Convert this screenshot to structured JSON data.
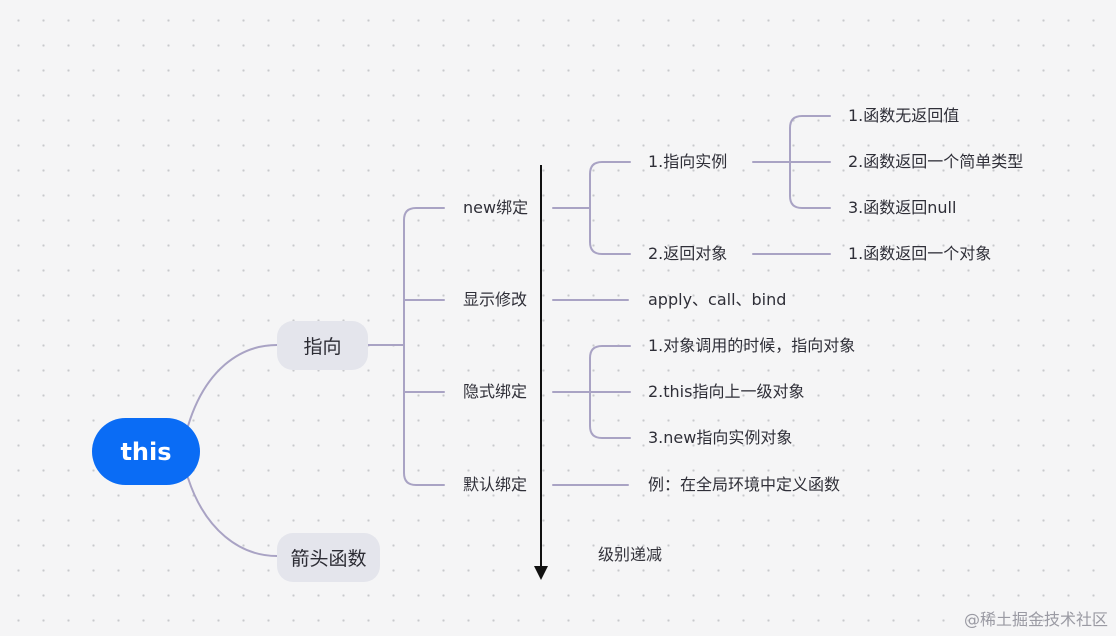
{
  "root": {
    "label": "this"
  },
  "branches": [
    {
      "label": "指向",
      "children": [
        {
          "label": "new绑定",
          "children": [
            {
              "label": "1.指向实例",
              "children": [
                {
                  "label": "1.函数无返回值"
                },
                {
                  "label": "2.函数返回一个简单类型"
                },
                {
                  "label": "3.函数返回null"
                }
              ]
            },
            {
              "label": "2.返回对象",
              "children": [
                {
                  "label": "1.函数返回一个对象"
                }
              ]
            }
          ]
        },
        {
          "label": "显示修改",
          "children": [
            {
              "label": "apply、call、bind"
            }
          ]
        },
        {
          "label": "隐式绑定",
          "children": [
            {
              "label": "1.对象调用的时候，指向对象"
            },
            {
              "label": "2.this指向上一级对象"
            },
            {
              "label": "3.new指向实例对象"
            }
          ]
        },
        {
          "label": "默认绑定",
          "children": [
            {
              "label": "例：在全局环境中定义函数"
            }
          ]
        }
      ]
    },
    {
      "label": "箭头函数"
    }
  ],
  "annotation": {
    "label": "级别递减"
  },
  "watermark": "@稀土掘金技术社区",
  "colors": {
    "root": "#0a6cf5",
    "branch_pill": "#e4e5ec",
    "connector": "#a9a3c4",
    "arrow": "#111111",
    "background": "#f5f5f6"
  }
}
